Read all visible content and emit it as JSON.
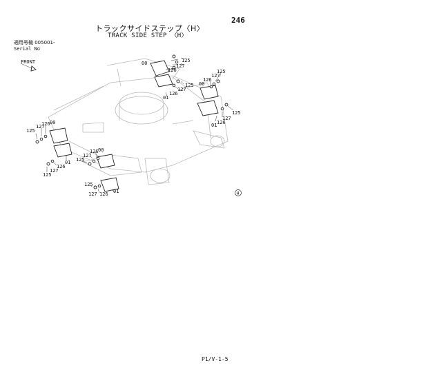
{
  "header": {
    "page_number": "246",
    "title_jp": "トラックサイドステップ〈H〉",
    "title_en": "TRACK SIDE STEP 〈H〉",
    "serial_jp": "適用号機 005001-",
    "serial_en": "Serial No"
  },
  "diagram": {
    "front_marker": "FRONT",
    "corner_mark": "H",
    "labels": {
      "tr_00": "00",
      "tr_125": "125",
      "tr_127": "127",
      "tr_126": "126",
      "tr_125b": "125",
      "tr_127b": "127",
      "tr_126b": "126",
      "tr_01": "01",
      "r_125": "125",
      "r_127": "127",
      "r_126": "126",
      "r_00": "00",
      "r_125b": "125",
      "r_127b": "127",
      "r_126b": "126",
      "r_01": "01",
      "l_125": "125",
      "l_127": "127",
      "l_126": "126",
      "l_00": "00",
      "l_125b": "125",
      "l_127b": "127",
      "l_126b": "126",
      "l_01": "01",
      "c_125": "125",
      "c_127": "127",
      "c_126": "126",
      "c_00": "00",
      "c_125b": "125",
      "c_127b": "127",
      "c_126b": "126",
      "c_01": "01"
    }
  },
  "footer": {
    "page_code": "P1/V-1-5"
  }
}
